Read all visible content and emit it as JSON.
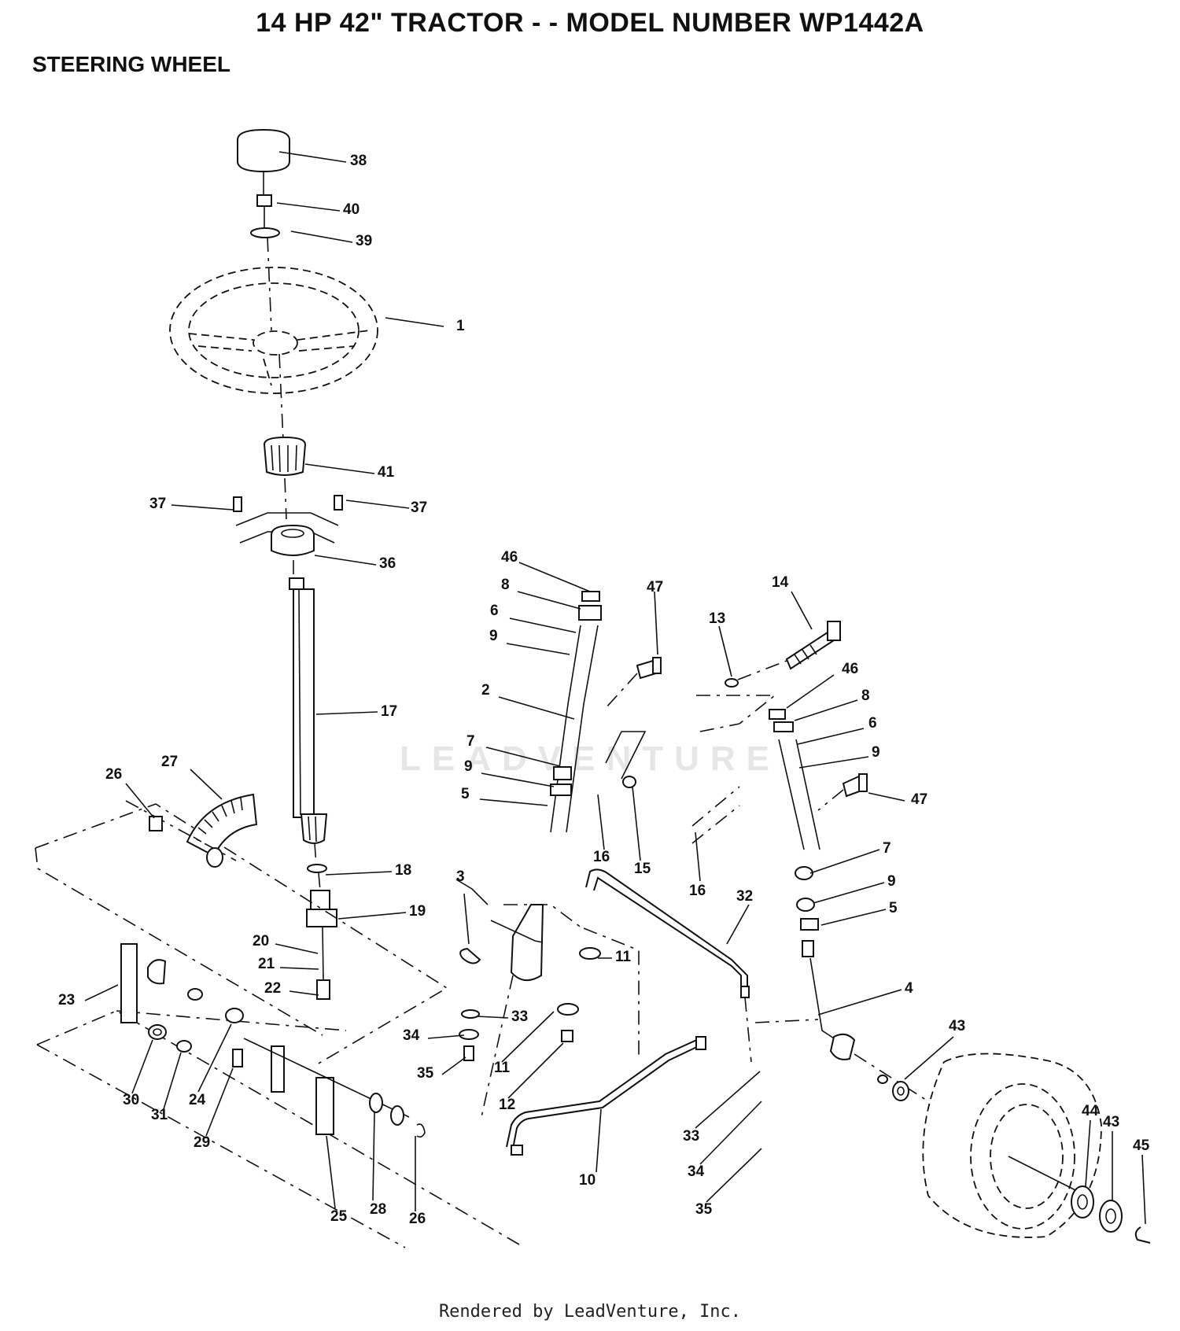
{
  "header": {
    "title": "14 HP 42\" TRACTOR - - MODEL NUMBER WP1442A",
    "section": "STEERING WHEEL"
  },
  "watermark": "LEADVENTURE",
  "footer": "Rendered by LeadVenture, Inc.",
  "callouts": [
    {
      "id": "c38",
      "label": "38"
    },
    {
      "id": "c40",
      "label": "40"
    },
    {
      "id": "c39",
      "label": "39"
    },
    {
      "id": "c1",
      "label": "1"
    },
    {
      "id": "c41",
      "label": "41"
    },
    {
      "id": "c37a",
      "label": "37"
    },
    {
      "id": "c37b",
      "label": "37"
    },
    {
      "id": "c36",
      "label": "36"
    },
    {
      "id": "c17",
      "label": "17"
    },
    {
      "id": "c27",
      "label": "27"
    },
    {
      "id": "c26a",
      "label": "26"
    },
    {
      "id": "c18",
      "label": "18"
    },
    {
      "id": "c19",
      "label": "19"
    },
    {
      "id": "c20",
      "label": "20"
    },
    {
      "id": "c21",
      "label": "21"
    },
    {
      "id": "c22",
      "label": "22"
    },
    {
      "id": "c23",
      "label": "23"
    },
    {
      "id": "c30",
      "label": "30"
    },
    {
      "id": "c31",
      "label": "31"
    },
    {
      "id": "c24",
      "label": "24"
    },
    {
      "id": "c29",
      "label": "29"
    },
    {
      "id": "c25",
      "label": "25"
    },
    {
      "id": "c28",
      "label": "28"
    },
    {
      "id": "c26b",
      "label": "26"
    },
    {
      "id": "c46a",
      "label": "46"
    },
    {
      "id": "c8a",
      "label": "8"
    },
    {
      "id": "c6a",
      "label": "6"
    },
    {
      "id": "c9a",
      "label": "9"
    },
    {
      "id": "c2",
      "label": "2"
    },
    {
      "id": "c7a",
      "label": "7"
    },
    {
      "id": "c9b",
      "label": "9"
    },
    {
      "id": "c5a",
      "label": "5"
    },
    {
      "id": "c16a",
      "label": "16"
    },
    {
      "id": "c15",
      "label": "15"
    },
    {
      "id": "c47a",
      "label": "47"
    },
    {
      "id": "c13",
      "label": "13"
    },
    {
      "id": "c14",
      "label": "14"
    },
    {
      "id": "c46b",
      "label": "46"
    },
    {
      "id": "c8b",
      "label": "8"
    },
    {
      "id": "c6b",
      "label": "6"
    },
    {
      "id": "c9c",
      "label": "9"
    },
    {
      "id": "c47b",
      "label": "47"
    },
    {
      "id": "c16b",
      "label": "16"
    },
    {
      "id": "c7b",
      "label": "7"
    },
    {
      "id": "c9d",
      "label": "9"
    },
    {
      "id": "c5b",
      "label": "5"
    },
    {
      "id": "c32",
      "label": "32"
    },
    {
      "id": "c3",
      "label": "3"
    },
    {
      "id": "c11a",
      "label": "11"
    },
    {
      "id": "c33a",
      "label": "33"
    },
    {
      "id": "c34a",
      "label": "34"
    },
    {
      "id": "c11b",
      "label": "11"
    },
    {
      "id": "c35a",
      "label": "35"
    },
    {
      "id": "c12",
      "label": "12"
    },
    {
      "id": "c10",
      "label": "10"
    },
    {
      "id": "c4",
      "label": "4"
    },
    {
      "id": "c33b",
      "label": "33"
    },
    {
      "id": "c34b",
      "label": "34"
    },
    {
      "id": "c35b",
      "label": "35"
    },
    {
      "id": "c43a",
      "label": "43"
    },
    {
      "id": "c44",
      "label": "44"
    },
    {
      "id": "c43b",
      "label": "43"
    },
    {
      "id": "c45",
      "label": "45"
    }
  ]
}
